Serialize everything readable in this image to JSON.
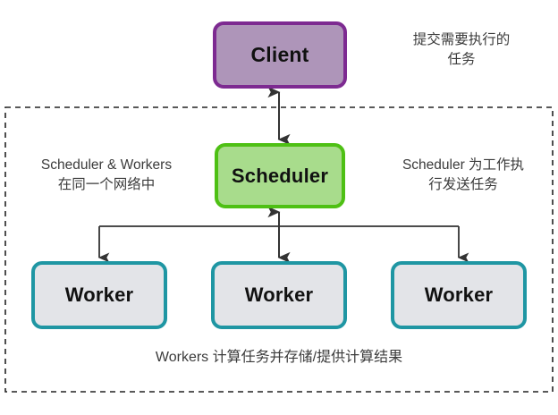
{
  "diagram": {
    "title": "Scheduler and Workers task distribution diagram",
    "background_color": "#ffffff",
    "boundary": {
      "name": "same-network-boundary",
      "style": "dashed",
      "color": "#222222"
    },
    "nodes": {
      "client": {
        "label": "Client",
        "fill_color": "#ae95b9",
        "border_color": "#7d2a91"
      },
      "scheduler": {
        "label": "Scheduler",
        "fill_color": "#a8dc8c",
        "border_color": "#4ec014"
      },
      "workers": [
        {
          "label": "Worker",
          "fill_color": "#e3e4e8",
          "border_color": "#1f96a3"
        },
        {
          "label": "Worker",
          "fill_color": "#e3e4e8",
          "border_color": "#1f96a3"
        },
        {
          "label": "Worker",
          "fill_color": "#e3e4e8",
          "border_color": "#1f96a3"
        }
      ]
    },
    "annotations": {
      "client_to_scheduler": "提交需要执行的\n任务",
      "network_boundary": "Scheduler & Workers\n在同一个网络中",
      "scheduler_to_workers": "Scheduler 为工作执\n行发送任务",
      "workers_result": "Workers 计算任务并存储/提供计算结果"
    },
    "connectors": [
      {
        "name": "client-scheduler-link",
        "from": "client",
        "to": "scheduler",
        "arrow": "double",
        "color": "#333333"
      },
      {
        "name": "scheduler-worker-0-link",
        "from": "scheduler",
        "to": "worker-0",
        "arrow": "single",
        "color": "#333333"
      },
      {
        "name": "scheduler-worker-1-link",
        "from": "scheduler",
        "to": "worker-1",
        "arrow": "double",
        "color": "#333333"
      },
      {
        "name": "scheduler-worker-2-link",
        "from": "scheduler",
        "to": "worker-2",
        "arrow": "single",
        "color": "#333333"
      }
    ]
  }
}
